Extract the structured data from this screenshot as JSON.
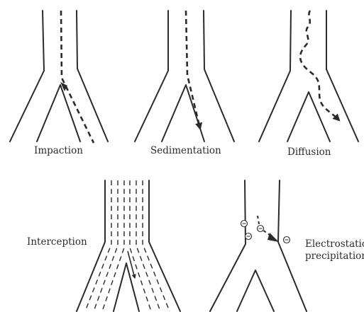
{
  "labels": {
    "impaction": "Impaction",
    "sedimentation": "Sedimentation",
    "diffusion": "Diffusion",
    "interception": "Interception",
    "electrostatic_line1": "Electrostatic",
    "electrostatic_line2": "precipitation"
  },
  "charge_symbol": "⊖",
  "colors": {
    "ink": "#2b2b2b",
    "background": "#ffffff"
  }
}
